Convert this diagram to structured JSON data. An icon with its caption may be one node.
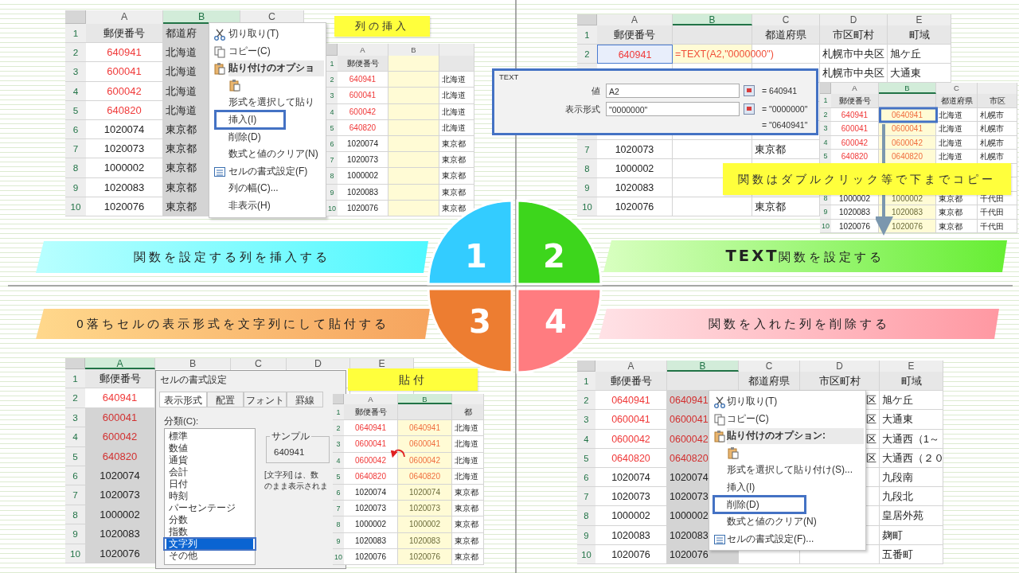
{
  "diagram": {
    "nodes": [
      {
        "text": [
          "列の挿入"
        ]
      },
      {
        "text": [
          "関数はダブルクリック等で下までコピー"
        ]
      },
      {
        "text": [
          "関数を設定する列を挿入する"
        ]
      },
      {
        "text": [
          "1"
        ]
      },
      {
        "text": [
          "2"
        ]
      },
      {
        "text": [
          "**TEXT**関数を設定する"
        ]
      },
      {
        "text": [
          "0落ちセルの表示形式を文字列にして貼付する"
        ]
      },
      {
        "text": [
          "3"
        ]
      },
      {
        "text": [
          "4"
        ]
      },
      {
        "text": [
          "関数を入れた列を削除する"
        ]
      },
      {
        "text": [
          "貼付"
        ]
      }
    ],
    "labels": [
      "A",
      "B",
      "C",
      "1",
      "郵便番号",
      "都道府",
      "2",
      "640941",
      "北海道",
      "3",
      "600041",
      "北海道",
      "4",
      "600042",
      "北海道",
      "5",
      "640820",
      "北海道",
      "6",
      "1020074",
      "東京都",
      "7",
      "1020073",
      "東京都",
      "8",
      "1000002",
      "東京都",
      "9",
      "1020083",
      "東京都",
      "10",
      "1020076",
      "東京都",
      "切り取り(T)",
      "コピー(C)",
      "貼り付けのオプショ",
      "形式を選択して貼り",
      "挿入(I)",
      "削除(D)",
      "数式と値のクリア(N)",
      "セルの書式設定(F)",
      "列の幅(C)...",
      "非表示(H)",
      "A",
      "B",
      "1",
      "郵便番号",
      "2",
      "640941",
      "北海道",
      "3",
      "600041",
      "北海道",
      "4",
      "600042",
      "北海道",
      "5",
      "640820",
      "北海道",
      "6",
      "1020074",
      "東京都",
      "7",
      "1020073",
      "東京都",
      "8",
      "1000002",
      "東京都",
      "9",
      "1020083",
      "東京都",
      "10",
      "1020076",
      "東京都",
      "A",
      "B",
      "C",
      "D",
      "E",
      "1",
      "郵便番号",
      "都道府県",
      "市区町村",
      "町域",
      "2",
      "640941",
      "=TEXT(A2,\"0000000\")",
      "札幌市中央区",
      "旭ケ丘",
      "札幌市中央区",
      "大通東",
      "7",
      "1020073",
      "東京都",
      "8",
      "1000002",
      "9",
      "1020083",
      "10",
      "1020076",
      "東京都",
      "TEXT",
      "値",
      "A2",
      "= 640941",
      "表示形式",
      "\"0000000\"",
      "= \"0000000\"",
      "= \"0640941\"",
      "A",
      "B",
      "C",
      "1",
      "郵便番号",
      "都道府県",
      "市区",
      "2",
      "640941",
      "0640941",
      "北海道",
      "札幌市",
      "3",
      "600041",
      "0600041",
      "北海道",
      "札幌市",
      "4",
      "600042",
      "0600042",
      "北海道",
      "札幌市",
      "5",
      "640820",
      "0640820",
      "北海道",
      "札幌市",
      "8",
      "1000002",
      "1000002",
      "東京都",
      "千代田",
      "9",
      "1020083",
      "1020083",
      "東京都",
      "千代田",
      "10",
      "1020076",
      "1020076",
      "東京都",
      "千代田",
      "A",
      "B",
      "C",
      "D",
      "E",
      "1",
      "郵便番号",
      "2",
      "640941",
      "3",
      "600041",
      "4",
      "600042",
      "5",
      "640820",
      "6",
      "1020074",
      "7",
      "1020073",
      "8",
      "1000002",
      "9",
      "1020083",
      "10",
      "1020076",
      "セルの書式設定",
      "表示形式",
      "配置",
      "フォント",
      "罫線",
      "分類(C):",
      "標準",
      "数値",
      "通貨",
      "会計",
      "日付",
      "時刻",
      "パーセンテージ",
      "分数",
      "指数",
      "文字列",
      "その他",
      "サンプル",
      "640941",
      "[文字列] は、数",
      "のまま表示されま",
      "A",
      "B",
      "1",
      "郵便番号",
      "都",
      "2",
      "0640941",
      "0640941",
      "北海道",
      "3",
      "0600041",
      "0600041",
      "北海道",
      "4",
      "0600042",
      "0600042",
      "北海道",
      "5",
      "0640820",
      "0640820",
      "北海道",
      "6",
      "1020074",
      "1020074",
      "東京都",
      "7",
      "1020073",
      "1020073",
      "東京都",
      "8",
      "1000002",
      "1000002",
      "東京都",
      "9",
      "1020083",
      "1020083",
      "東京都",
      "10",
      "1020076",
      "1020076",
      "東京都",
      "A",
      "B",
      "C",
      "D",
      "E",
      "1",
      "郵便番号",
      "都道府県",
      "市区町村",
      "町域",
      "2",
      "0640941",
      "0640941",
      "区",
      "旭ケ丘",
      "3",
      "0600041",
      "0600041",
      "区",
      "大通東",
      "4",
      "0600042",
      "0600042",
      "区",
      "大通西（1～",
      "5",
      "0640820",
      "0640820",
      "区",
      "大通西（２０",
      "6",
      "1020074",
      "1020074",
      "九段南",
      "7",
      "1020073",
      "1020073",
      "九段北",
      "8",
      "1000002",
      "1000002",
      "皇居外苑",
      "9",
      "1020083",
      "1020083",
      "麹町",
      "10",
      "1020076",
      "1020076",
      "五番町",
      "切り取り(T)",
      "コピー(C)",
      "貼り付けのオプション:",
      "形式を選択して貼り付け(S)...",
      "挿入(I)",
      "削除(D)",
      "数式と値のクリア(N)",
      "セルの書式設定(F)..."
    ]
  }
}
